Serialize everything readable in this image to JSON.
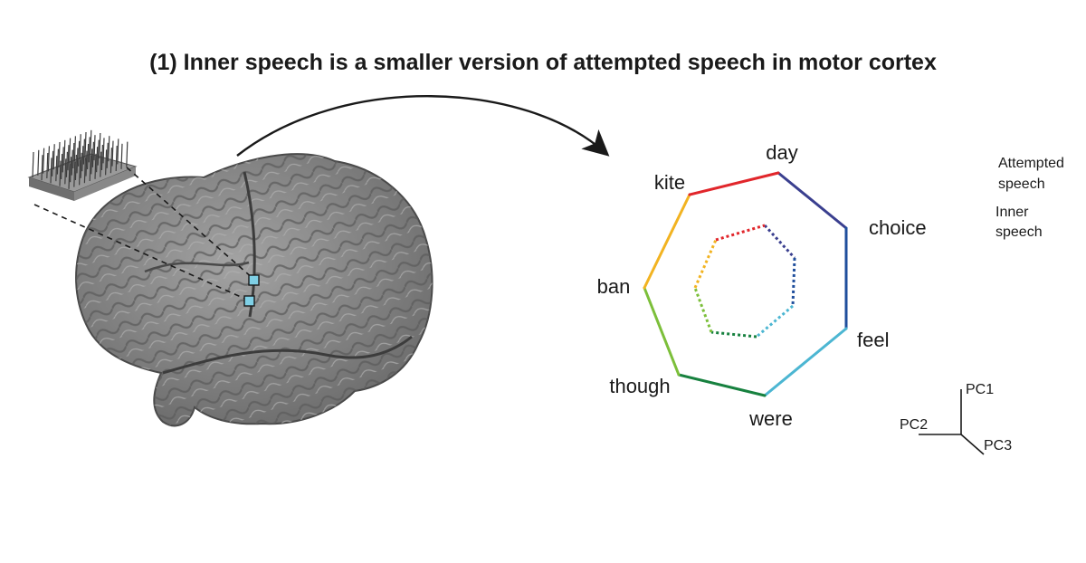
{
  "title": "(1) Inner speech is a smaller version of attempted speech in motor cortex",
  "words": [
    "day",
    "choice",
    "feel",
    "were",
    "though",
    "ban",
    "kite"
  ],
  "legend": {
    "attempted": [
      "Attempted",
      "speech"
    ],
    "inner": [
      "Inner",
      "speech"
    ]
  },
  "axes": {
    "pc1": "PC1",
    "pc2": "PC2",
    "pc3": "PC3"
  },
  "colors": {
    "segments": [
      "#3a3f8f",
      "#1f4e9c",
      "#4cb6d2",
      "#17813f",
      "#7cbf3a",
      "#f2b321",
      "#e1262b"
    ],
    "brain_fill": "#8a8a8a",
    "electrode": "#7fd0e6"
  }
}
